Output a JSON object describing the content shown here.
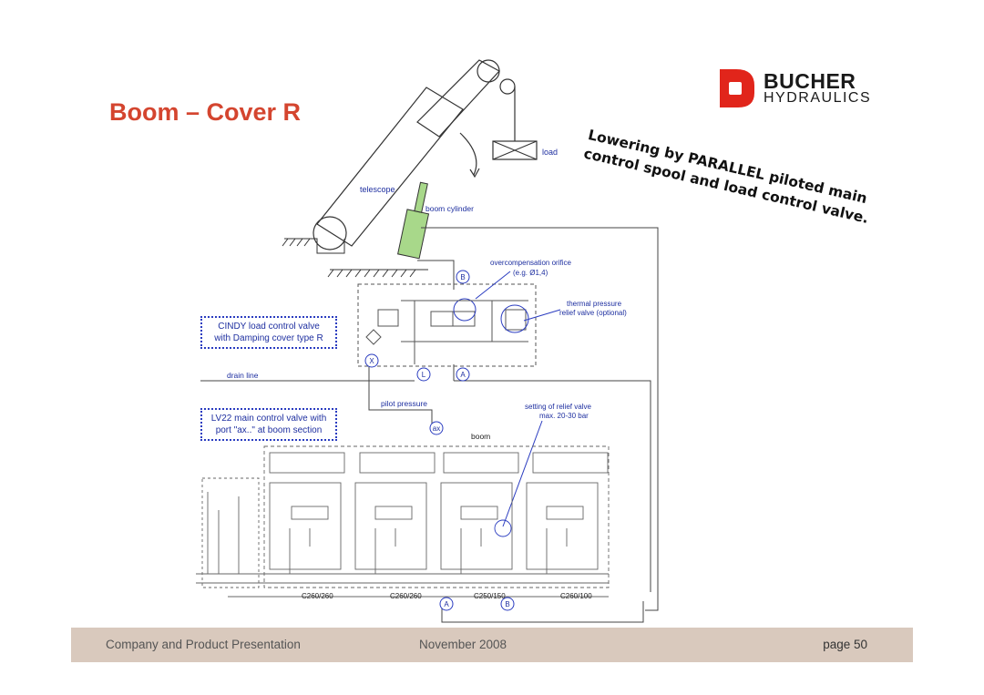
{
  "slide": {
    "title": "Boom – Cover R"
  },
  "logo": {
    "word1": "BUCHER",
    "word2": "HYDRAULICS",
    "red": "#e1251b"
  },
  "slogan": {
    "line1": "Lowering by PARALLEL piloted main",
    "line2": "control spool and load control valve."
  },
  "diagram": {
    "labels": {
      "load": "load",
      "telescope": "telescope",
      "boom_cylinder": "boom cylinder",
      "orifice": "overcompensation orifice",
      "orifice_eg": "(e.g. Ø1,4)",
      "thermal1": "thermal pressure",
      "thermal2": "relief valve (optional)",
      "drain": "drain line",
      "pilot": "pilot pressure",
      "relief1": "setting of relief valve",
      "relief2": "max. 20-30 bar",
      "boom": "boom"
    },
    "ports": {
      "B": "B",
      "X": "X",
      "L": "L",
      "A": "A",
      "ax": "ax",
      "A2": "A",
      "B2": "B"
    },
    "boxes": {
      "cindy1": "CINDY load control valve",
      "cindy2": "with Damping cover type R",
      "lv22_1": "LV22 main control valve with",
      "lv22_2": "port \"ax..\" at boom section"
    },
    "sections": [
      "C260/260",
      "C260/260",
      "C250/150",
      "C260/100"
    ]
  },
  "footer": {
    "company": "Company and Product Presentation",
    "date": "November 2008",
    "page": "page 50"
  }
}
